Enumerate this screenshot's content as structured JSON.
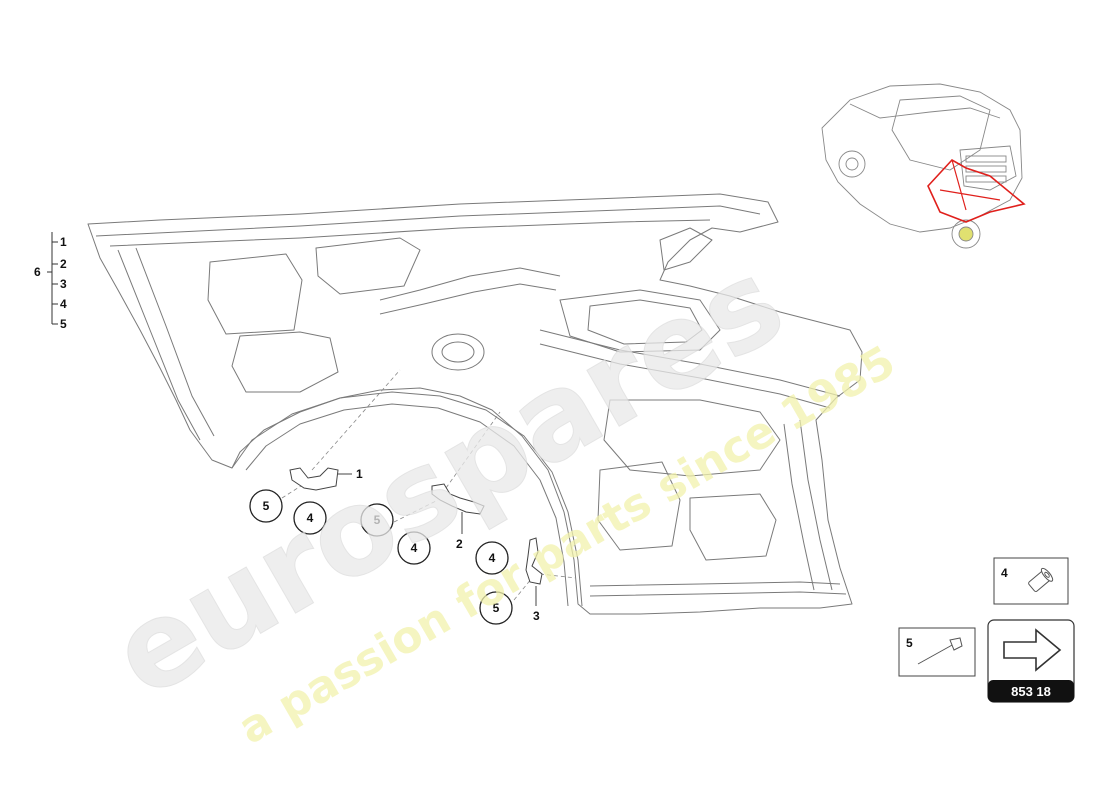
{
  "legend": {
    "group_label": "6",
    "items": [
      "1",
      "2",
      "3",
      "4",
      "5"
    ]
  },
  "callouts": {
    "bracket_1": "1",
    "bracket_2": "2",
    "bracket_3": "3",
    "circles": [
      "5",
      "4",
      "5",
      "4",
      "4",
      "5"
    ]
  },
  "parts_boxes": {
    "nut_label": "4",
    "rivet_label": "5"
  },
  "page_ref": "853 18",
  "watermark": {
    "brand": "eurospares",
    "tagline": "a passion for parts since 1985"
  },
  "colors": {
    "line": "#6f6f6f",
    "highlight": "#e0201c",
    "watermark": "#f2f2ad"
  }
}
